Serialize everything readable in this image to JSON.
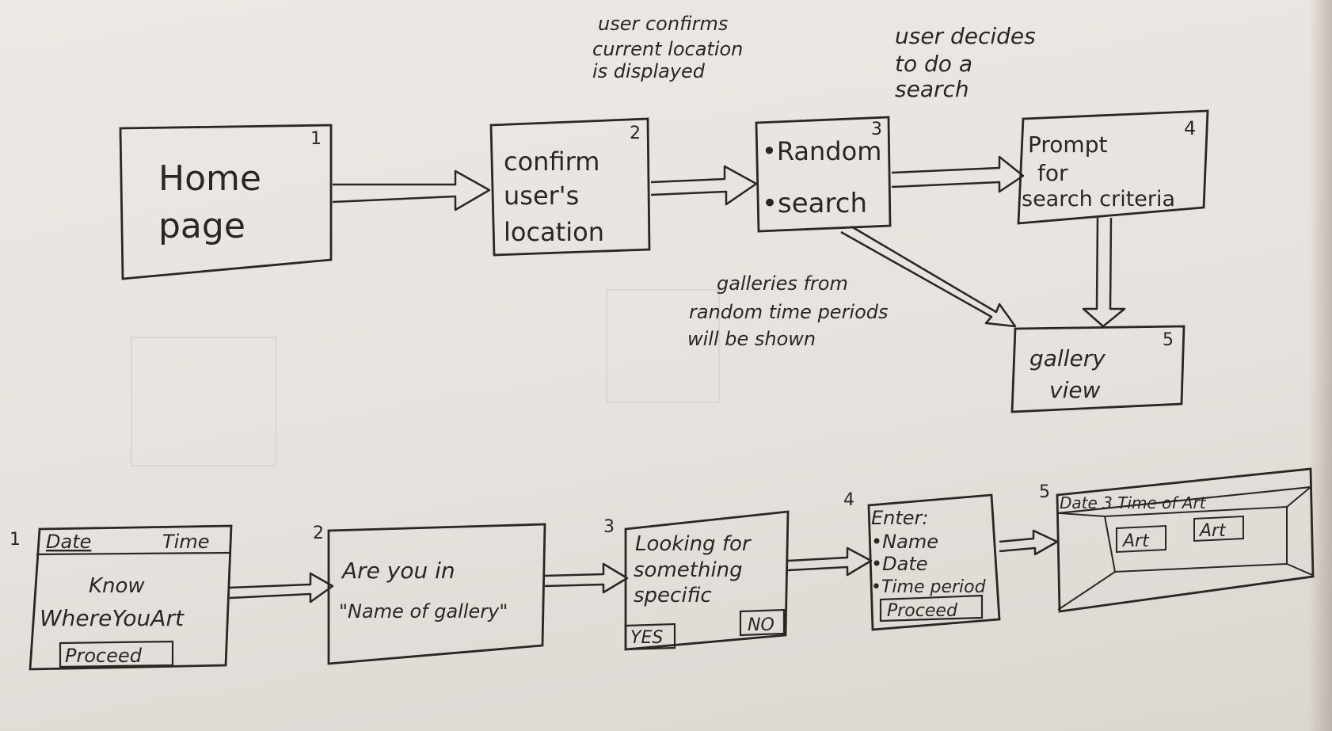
{
  "top_flow": {
    "screens": [
      {
        "number": "1",
        "lines": [
          "Home",
          "page"
        ]
      },
      {
        "number": "2",
        "lines": [
          "confirm",
          "user's",
          "location"
        ]
      },
      {
        "number": "3",
        "lines": [
          "•Random",
          "•search"
        ]
      },
      {
        "number": "4",
        "lines": [
          "Prompt",
          "for",
          "search criteria"
        ]
      },
      {
        "number": "5",
        "lines": [
          "gallery",
          "view"
        ]
      }
    ],
    "annotations": [
      {
        "lines": [
          "user confirms",
          "current location",
          "is displayed"
        ]
      },
      {
        "lines": [
          "user decides",
          "to do a",
          "search"
        ]
      },
      {
        "lines": [
          "galleries from",
          "random time periods",
          "will be shown"
        ]
      }
    ]
  },
  "bottom_flow": {
    "screen1": {
      "number": "1",
      "date": "Date",
      "time": "Time",
      "lines": [
        "Know",
        "WhereYouArt"
      ],
      "button": "Proceed"
    },
    "screen2": {
      "number": "2",
      "lines": [
        "Are you in",
        "\"Name of gallery\""
      ]
    },
    "screen3": {
      "number": "3",
      "lines": [
        "Looking for",
        "something",
        "specific"
      ],
      "yes": "YES",
      "no": "NO"
    },
    "screen4": {
      "number": "4",
      "lines": [
        "Enter:",
        "•Name",
        "•Date",
        "•Time period"
      ],
      "button": "Proceed"
    },
    "screen5": {
      "number": "5",
      "header": "Date 3 Time of Art",
      "art_labels": [
        "Art",
        "Art"
      ]
    }
  },
  "colors": {
    "paper": "#e6e1dc",
    "ink": "#2b2622"
  }
}
